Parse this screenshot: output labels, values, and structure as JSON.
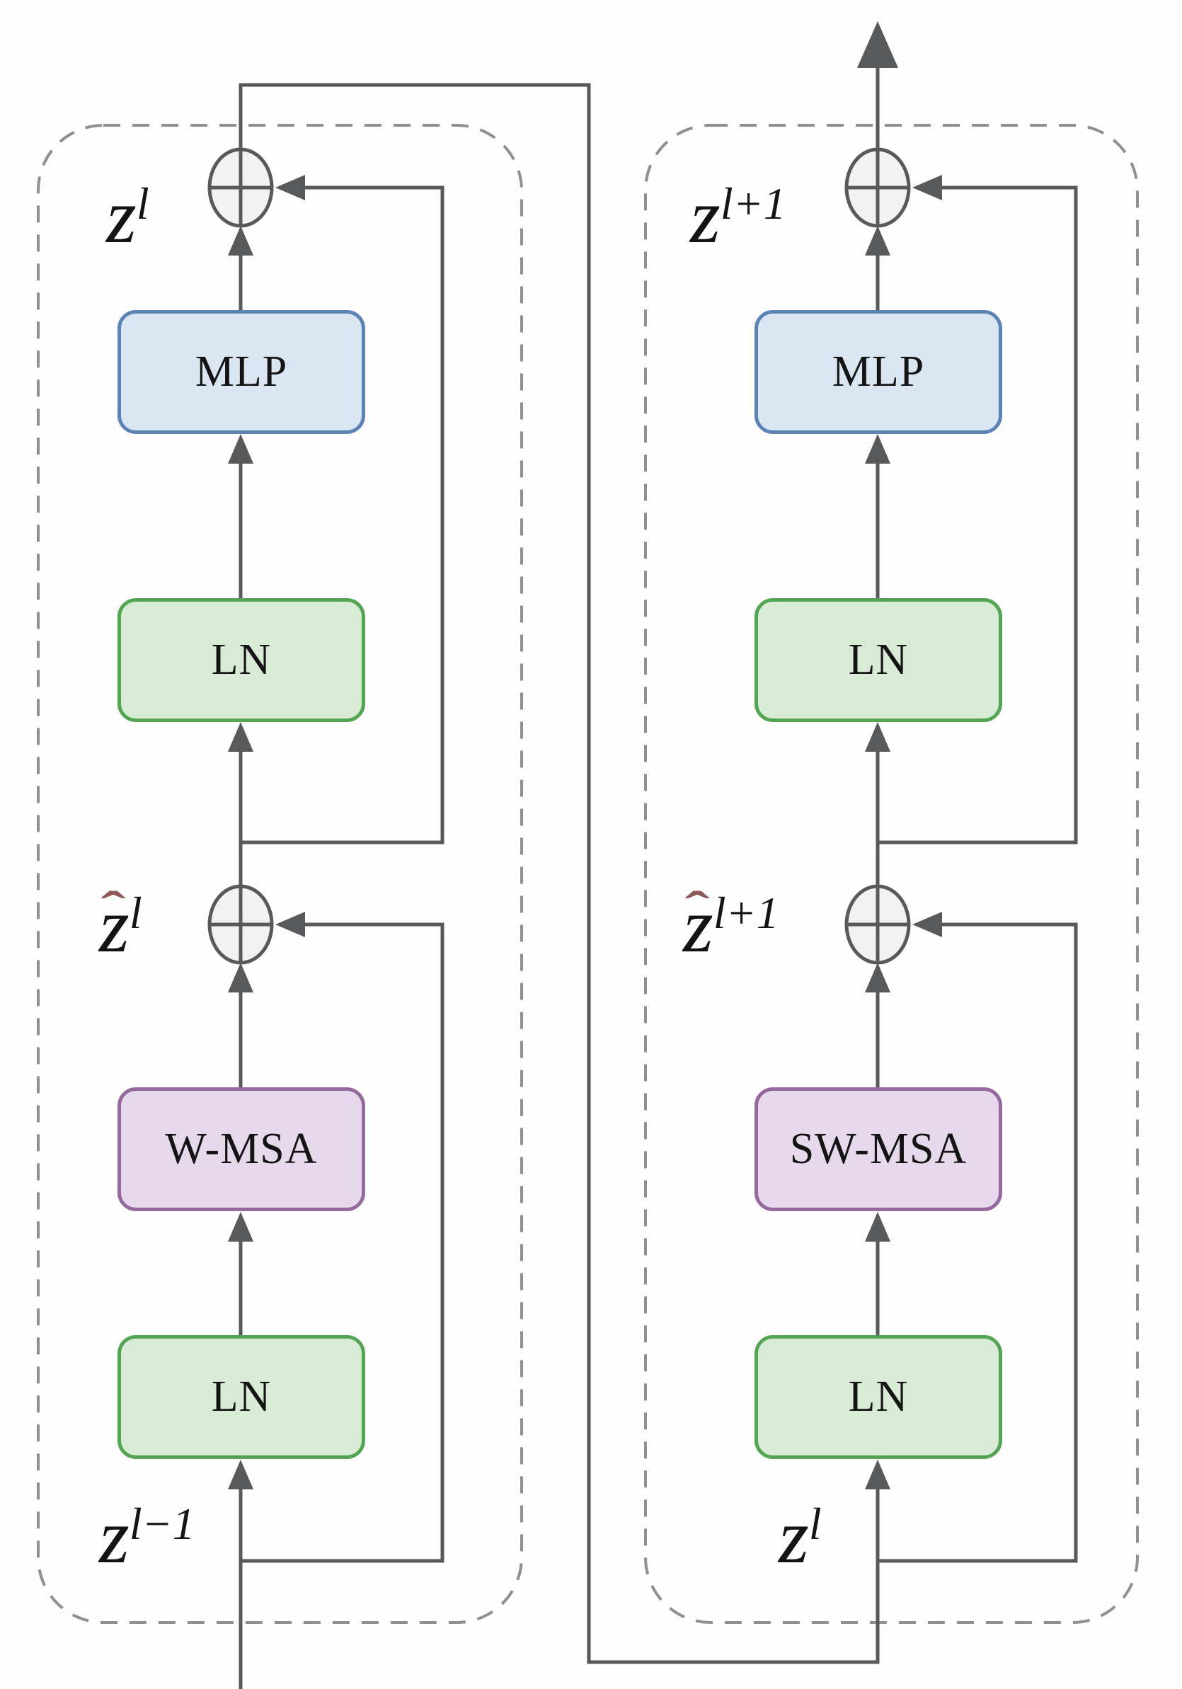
{
  "colors": {
    "line": "#58595b",
    "dash": "#8f8f8f",
    "add_fill": "#f2f2f2",
    "mlp_fill": "#dbe6f3",
    "mlp_stroke": "#5b84b5",
    "ln_fill": "#d8ecd5",
    "ln_stroke": "#53a453",
    "msa_fill": "#e6d9ec",
    "msa_stroke": "#96699e",
    "hat": "#8d5a57",
    "text": "#141414"
  },
  "operators": {
    "add": "plus-circle"
  },
  "blocks": [
    {
      "attention": "W-MSA",
      "mlp": "MLP",
      "ln_top": "LN",
      "ln_bottom": "LN",
      "input_label": {
        "base": "z",
        "sup": "l−1",
        "hat": ""
      },
      "mid_label": {
        "base": "z",
        "sup": "l",
        "hat": "ˆ"
      },
      "output_label": {
        "base": "z",
        "sup": "l",
        "hat": ""
      }
    },
    {
      "attention": "SW-MSA",
      "mlp": "MLP",
      "ln_top": "LN",
      "ln_bottom": "LN",
      "input_label": {
        "base": "z",
        "sup": "l",
        "hat": ""
      },
      "mid_label": {
        "base": "z",
        "sup": "l+1",
        "hat": "ˆ"
      },
      "output_label": {
        "base": "z",
        "sup": "l+1",
        "hat": ""
      }
    }
  ]
}
